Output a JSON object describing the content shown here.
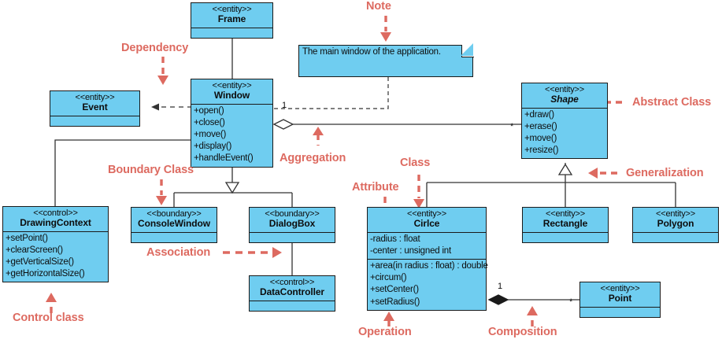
{
  "diagram": {
    "title": "UML Class Diagram",
    "colors": {
      "class_fill": "#6fcdf0",
      "class_border": "#1a1a1a",
      "annotation": "#dd6a60",
      "line": "#333333",
      "background": "#ffffff"
    }
  },
  "classes": [
    {
      "id": "frame",
      "stereotype": "<<entity>>",
      "name": "Frame",
      "abstract": false,
      "attributes": [],
      "operations": []
    },
    {
      "id": "window",
      "stereotype": "<<entity>>",
      "name": "Window",
      "abstract": false,
      "attributes": [],
      "operations": [
        "+open()",
        "+close()",
        "+move()",
        "+display()",
        "+handleEvent()"
      ]
    },
    {
      "id": "event",
      "stereotype": "<<entity>>",
      "name": "Event",
      "abstract": false,
      "attributes": [],
      "operations": []
    },
    {
      "id": "shape",
      "stereotype": "<<entity>>",
      "name": "Shape",
      "abstract": true,
      "attributes": [],
      "operations": [
        "+draw()",
        "+erase()",
        "+move()",
        "+resize()"
      ]
    },
    {
      "id": "drawingcontext",
      "stereotype": "<<control>>",
      "name": "DrawingContext",
      "abstract": false,
      "attributes": [],
      "operations": [
        "+setPoint()",
        "+clearScreen()",
        "+getVerticalSize()",
        "+getHorizontalSize()"
      ]
    },
    {
      "id": "consolewindow",
      "stereotype": "<<boundary>>",
      "name": "ConsoleWindow",
      "abstract": false,
      "attributes": [],
      "operations": []
    },
    {
      "id": "dialogbox",
      "stereotype": "<<boundary>>",
      "name": "DialogBox",
      "abstract": false,
      "attributes": [],
      "operations": []
    },
    {
      "id": "datacontroller",
      "stereotype": "<<control>>",
      "name": "DataController",
      "abstract": false,
      "attributes": [],
      "operations": []
    },
    {
      "id": "circle",
      "stereotype": "<<entity>>",
      "name": "Cirlce",
      "abstract": false,
      "attributes": [
        "-radius : float",
        "-center : unsigned int"
      ],
      "operations": [
        "+area(in radius : float) : double",
        "+circum()",
        "+setCenter()",
        "+setRadius()"
      ]
    },
    {
      "id": "rectangle",
      "stereotype": "<<entity>>",
      "name": "Rectangle",
      "abstract": false,
      "attributes": [],
      "operations": []
    },
    {
      "id": "polygon",
      "stereotype": "<<entity>>",
      "name": "Polygon",
      "abstract": false,
      "attributes": [],
      "operations": []
    },
    {
      "id": "point",
      "stereotype": "<<entity>>",
      "name": "Point",
      "abstract": false,
      "attributes": [],
      "operations": []
    }
  ],
  "note": {
    "text": "The main window of the application."
  },
  "annotations": [
    {
      "id": "note",
      "label": "Note"
    },
    {
      "id": "dependency",
      "label": "Dependency"
    },
    {
      "id": "abstract_class",
      "label": "Abstract Class"
    },
    {
      "id": "aggregation",
      "label": "Aggregation"
    },
    {
      "id": "boundary_class",
      "label": "Boundary Class"
    },
    {
      "id": "class",
      "label": "Class"
    },
    {
      "id": "generalization",
      "label": "Generalization"
    },
    {
      "id": "attribute",
      "label": "Attribute"
    },
    {
      "id": "association",
      "label": "Association"
    },
    {
      "id": "control_class",
      "label": "Control class"
    },
    {
      "id": "operation",
      "label": "Operation"
    },
    {
      "id": "composition",
      "label": "Composition"
    }
  ],
  "multiplicities": [
    {
      "id": "window_aggregation_source",
      "value": "1"
    },
    {
      "id": "shape_aggregation_target",
      "value": "*"
    },
    {
      "id": "circle_composition_source",
      "value": "1"
    },
    {
      "id": "point_composition_target",
      "value": "*"
    }
  ]
}
